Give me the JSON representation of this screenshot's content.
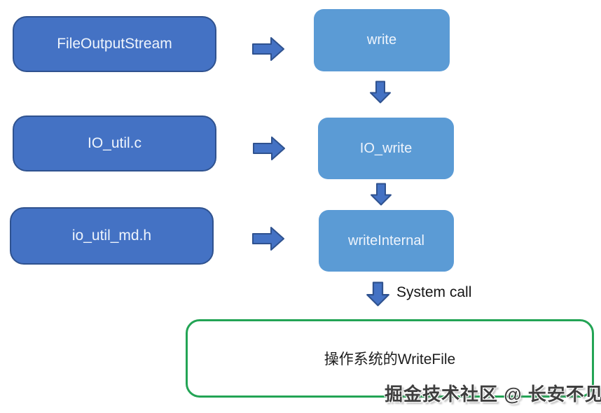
{
  "diagram": {
    "left_boxes": [
      {
        "label": "FileOutputStream"
      },
      {
        "label": "IO_util.c"
      },
      {
        "label": "io_util_md.h"
      }
    ],
    "right_boxes": [
      {
        "label": "write"
      },
      {
        "label": "IO_write"
      },
      {
        "label": "writeInternal"
      }
    ],
    "system_call_label": "System call",
    "os_box_label": "操作系统的WriteFile",
    "watermark": "掘金技术社区 @ 长安不见",
    "colors": {
      "dark_blue_fill": "#4472c4",
      "dark_blue_border": "#2f528f",
      "light_blue_fill": "#5b9bd5",
      "green_border": "#23a455",
      "box_text": "#eef4fc",
      "label_text": "#151515",
      "watermark_text": "#3e3e3e"
    }
  }
}
